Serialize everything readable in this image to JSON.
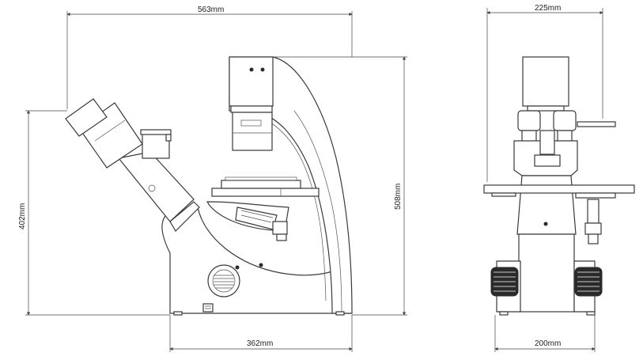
{
  "dimensions": {
    "side_width": "563mm",
    "side_height_total": "508mm",
    "side_height_eyepiece": "402mm",
    "side_base_depth": "362mm",
    "front_width": "225mm",
    "front_base_width": "200mm"
  },
  "colors": {
    "line": "#3a3a3a",
    "background": "#ffffff"
  }
}
